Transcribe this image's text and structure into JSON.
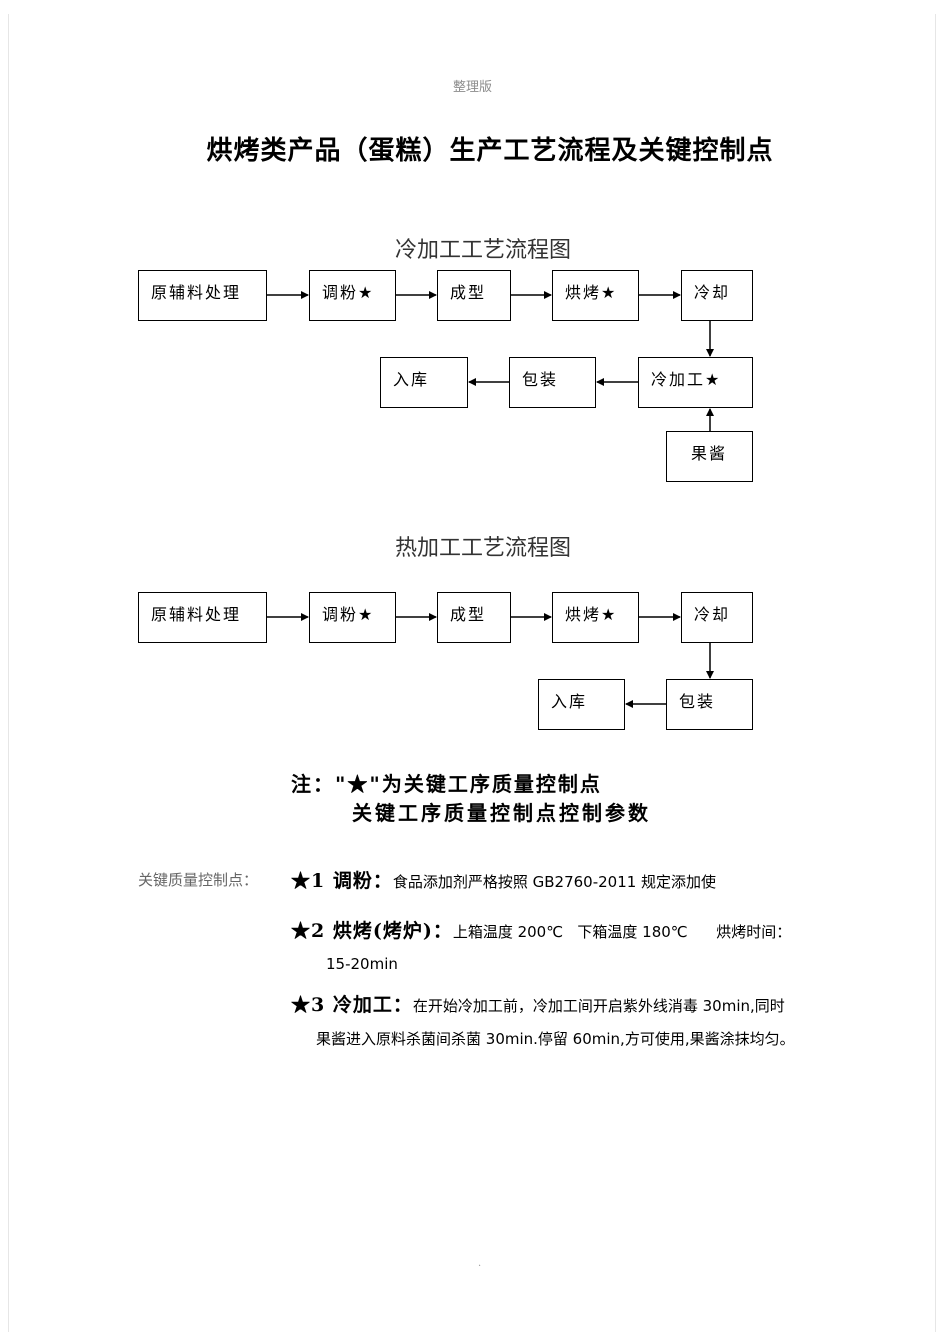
{
  "header": "整理版",
  "title": "烘烤类产品（蛋糕）生产工艺流程及关键控制点",
  "cold_flow": {
    "title": "冷加工工艺流程图",
    "steps": [
      "原辅料处理",
      "调粉★",
      "成型",
      "烘烤★",
      "冷却",
      "冷加工★",
      "包装",
      "入库",
      "果酱"
    ]
  },
  "hot_flow": {
    "title": "热加工工艺流程图",
    "steps": [
      "原辅料处理",
      "调粉★",
      "成型",
      "烘烤★",
      "冷却",
      "包装",
      "入库"
    ]
  },
  "notes": {
    "line1": "注：\"★\"为关键工序质量控制点",
    "line2": "关键工序质量控制点控制参数"
  },
  "ccp": {
    "label": "关键质量控制点：",
    "item1": {
      "head": "★1 调粉：",
      "text": "食品添加剂严格按照 GB2760-2011 规定添加使"
    },
    "item2": {
      "head": "★2 烘烤(烤炉)：",
      "text": "上箱温度 200℃   下箱温度 180℃      烘烤时间：",
      "cont": "15-20min"
    },
    "item3": {
      "head": "★3 冷加工：",
      "text": "在开始冷加工前，冷加工间开启紫外线消毒 30min,同时",
      "cont": "果酱进入原料杀菌间杀菌 30min.停留 60min,方可使用,果酱涂抹均匀。"
    }
  },
  "footer": "."
}
